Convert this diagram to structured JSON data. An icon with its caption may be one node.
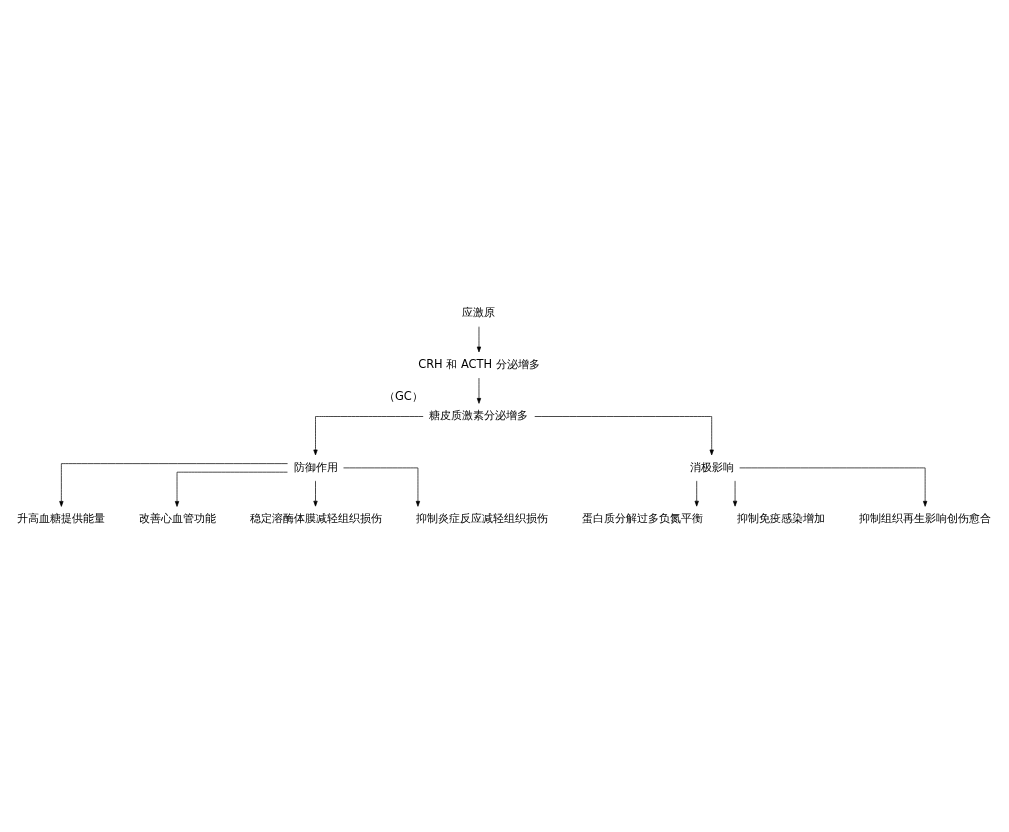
{
  "diagram": {
    "nodes": [
      {
        "text": [
          "应激原"
        ]
      },
      {
        "text": [
          "CRH 和 ACTH 分泌增多"
        ]
      },
      {
        "text": [
          "糖皮质激素分泌增多"
        ],
        "beside": [
          "（GC）"
        ]
      },
      {
        "text": [
          "防御作用"
        ]
      },
      {
        "text": [
          "消极影响"
        ]
      },
      {
        "text": [
          "升高血糖提供能量"
        ]
      },
      {
        "text": [
          "改善心血管功能"
        ]
      },
      {
        "text": [
          "稳定溶酶体膜减轻组织损伤"
        ]
      },
      {
        "text": [
          "抑制炎症反应减轻组织损伤"
        ]
      },
      {
        "text": [
          "蛋白质分解过多负氮平衡"
        ]
      },
      {
        "text": [
          "抑制免疫感染增加"
        ]
      },
      {
        "text": [
          "抑制组织再生影响创伤愈合"
        ]
      }
    ],
    "edges": [
      {
        "from": 0,
        "to": 1,
        "arrow": "to"
      },
      {
        "from": 1,
        "to": 2,
        "arrow": "to"
      },
      {
        "from": 2,
        "to": 3,
        "arrow": "to"
      },
      {
        "from": 2,
        "to": 4,
        "arrow": "to"
      },
      {
        "from": 3,
        "to": 5,
        "arrow": "to"
      },
      {
        "from": 3,
        "to": 6,
        "arrow": "to"
      },
      {
        "from": 3,
        "to": 7,
        "arrow": "to"
      },
      {
        "from": 3,
        "to": 8,
        "arrow": "to"
      },
      {
        "from": 4,
        "to": 9,
        "arrow": "to"
      },
      {
        "from": 4,
        "to": 10,
        "arrow": "to"
      },
      {
        "from": 4,
        "to": 11,
        "arrow": "to"
      }
    ]
  }
}
